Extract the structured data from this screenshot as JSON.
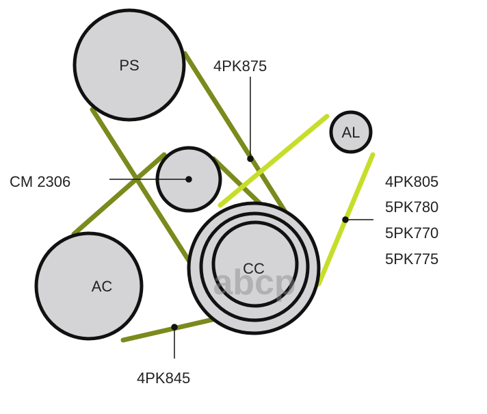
{
  "pulleys": {
    "ps": "PS",
    "cm": "",
    "al": "AL",
    "ac": "AC",
    "cc": "CC"
  },
  "labels": {
    "top": "4PK875",
    "left": "CM 2306",
    "right": [
      "4PK805",
      "5PK780",
      "5PK770",
      "5PK775"
    ],
    "bottom": "4PK845"
  },
  "watermark": "abcp",
  "colors": {
    "olive": "#7b8a1c",
    "lime": "#c6de2a",
    "pulley": "#d4d4d6",
    "stroke": "#111111"
  }
}
